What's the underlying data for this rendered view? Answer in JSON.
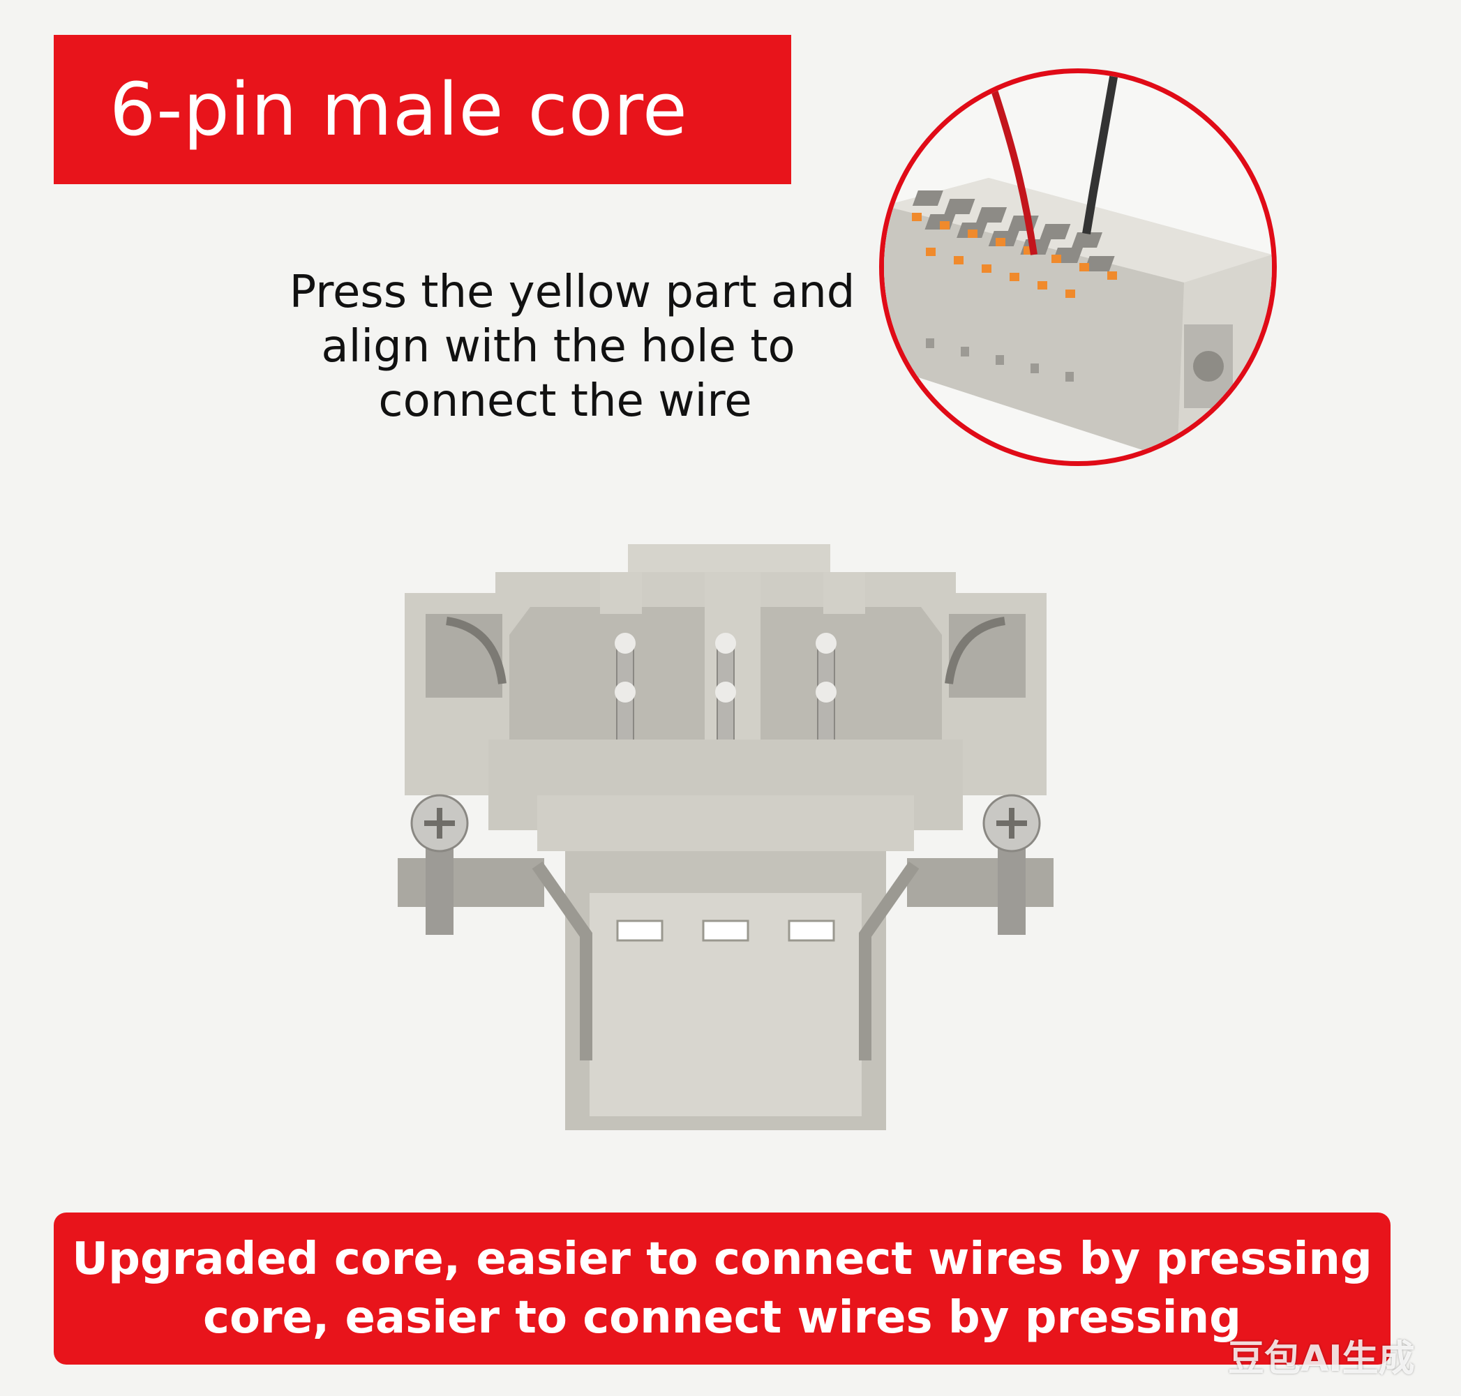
{
  "title": {
    "text": "6-pin male core"
  },
  "instruction": {
    "lines": [
      "Press the yellow part and",
      "align with the hole to",
      "connect the wire"
    ]
  },
  "bottom_banner": {
    "lines": [
      "Upgraded core, easier to connect wires by pressing",
      "core, easier to connect wires by pressing"
    ]
  },
  "watermark": {
    "text": "豆包AI生成"
  },
  "colors": {
    "banner_red": "#e8141b",
    "circle_border": "#e00b17",
    "housing_grey": "#cfcdc5",
    "terminal_orange": "#f08a2c"
  },
  "images": {
    "inset": "terminal-block-closeup",
    "product": "6-pin-male-connector-insert"
  }
}
